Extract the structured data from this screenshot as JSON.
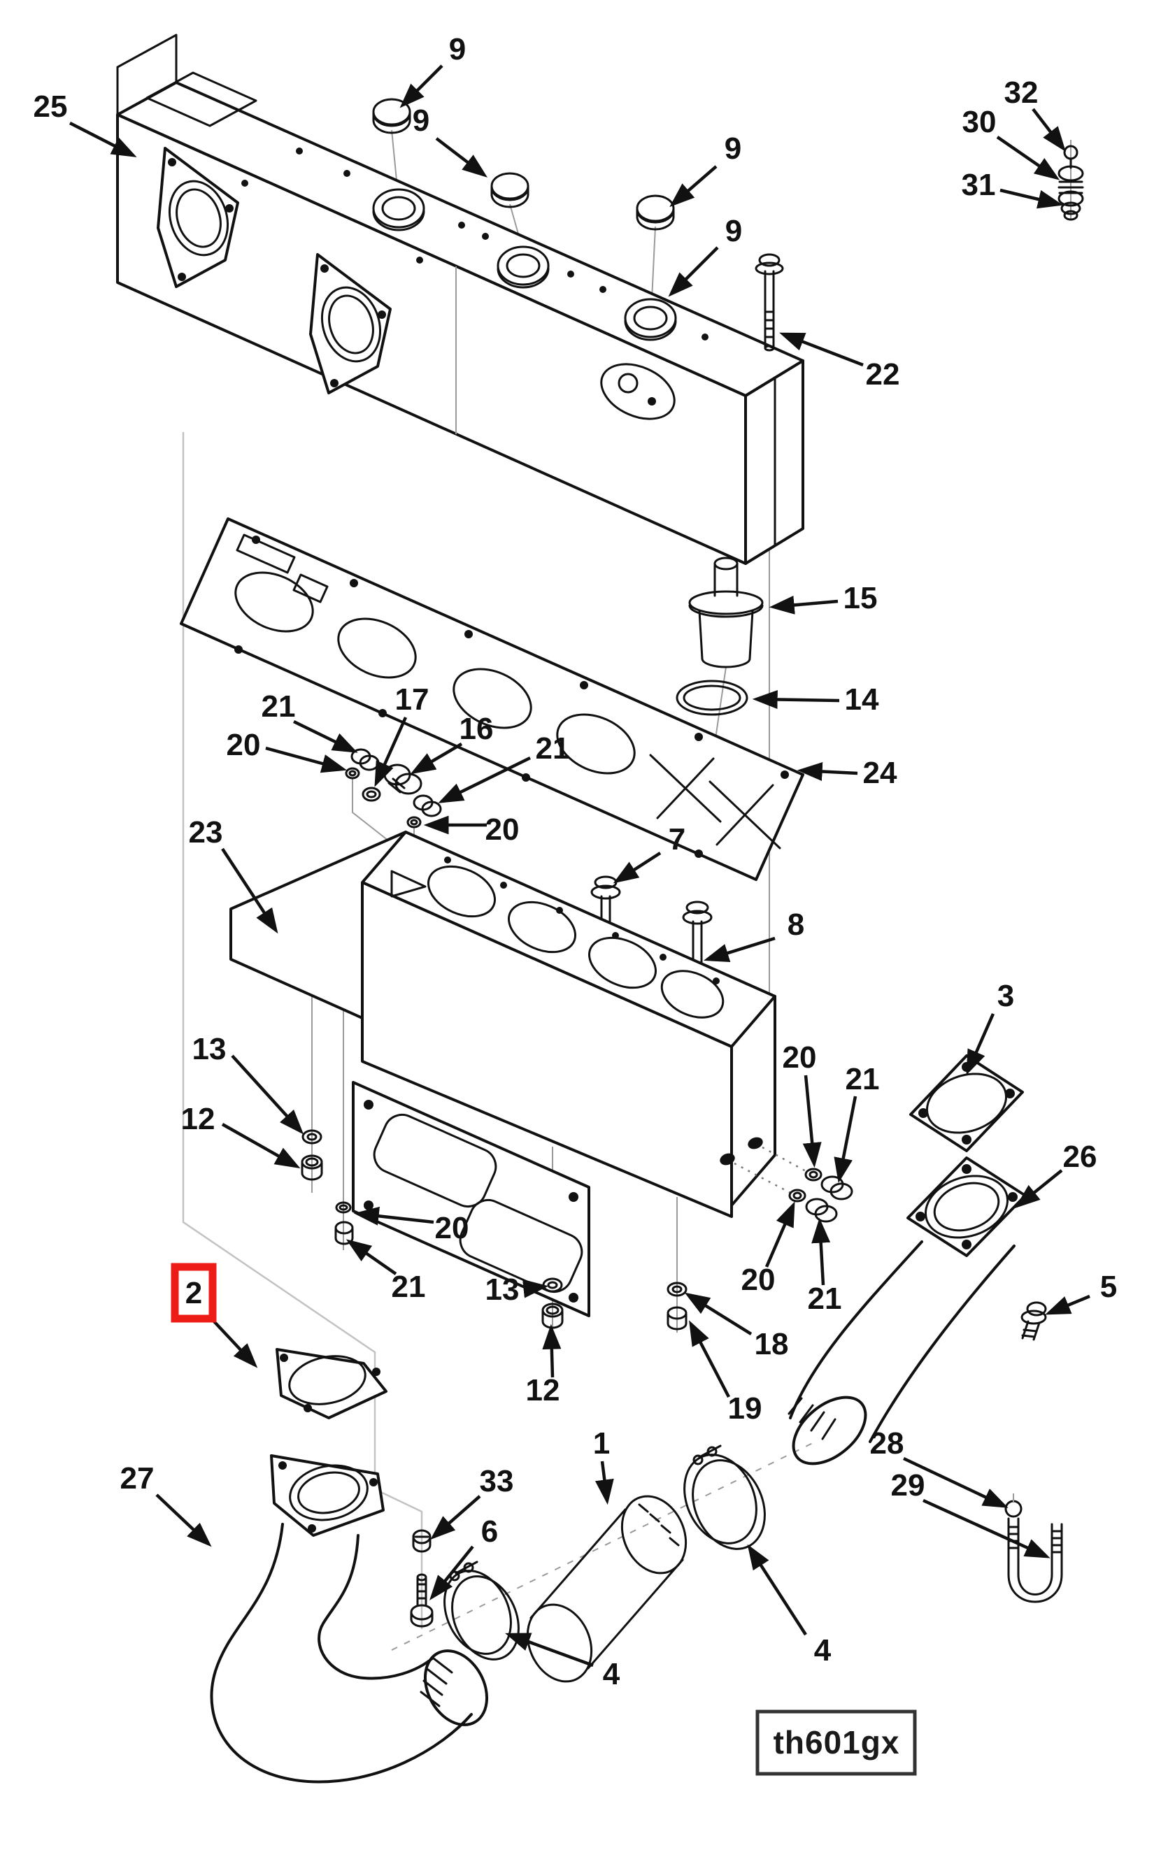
{
  "figure": {
    "code_label": "th601gx",
    "type": "exploded-parts-diagram"
  },
  "highlight": {
    "text": "2",
    "box_color": "#ed1c16"
  },
  "colors": {
    "line": "#111111",
    "thin_projection": "#9a9a9a",
    "phantom": "#c2c2c2",
    "highlight_red": "#ed1c16",
    "code_box_border": "#333333",
    "background": "#ffffff"
  },
  "callouts": [
    {
      "text": "25"
    },
    {
      "text": "9"
    },
    {
      "text": "9"
    },
    {
      "text": "9"
    },
    {
      "text": "9"
    },
    {
      "text": "32"
    },
    {
      "text": "30"
    },
    {
      "text": "31"
    },
    {
      "text": "22"
    },
    {
      "text": "15"
    },
    {
      "text": "14"
    },
    {
      "text": "24"
    },
    {
      "text": "21"
    },
    {
      "text": "17"
    },
    {
      "text": "16"
    },
    {
      "text": "20"
    },
    {
      "text": "23"
    },
    {
      "text": "21"
    },
    {
      "text": "20"
    },
    {
      "text": "7"
    },
    {
      "text": "8"
    },
    {
      "text": "13"
    },
    {
      "text": "12"
    },
    {
      "text": "20"
    },
    {
      "text": "21"
    },
    {
      "text": "2"
    },
    {
      "text": "13"
    },
    {
      "text": "12"
    },
    {
      "text": "20"
    },
    {
      "text": "21"
    },
    {
      "text": "20"
    },
    {
      "text": "21"
    },
    {
      "text": "18"
    },
    {
      "text": "19"
    },
    {
      "text": "3"
    },
    {
      "text": "26"
    },
    {
      "text": "5"
    },
    {
      "text": "27"
    },
    {
      "text": "33"
    },
    {
      "text": "6"
    },
    {
      "text": "1"
    },
    {
      "text": "4"
    },
    {
      "text": "4"
    },
    {
      "text": "28"
    },
    {
      "text": "29"
    }
  ]
}
